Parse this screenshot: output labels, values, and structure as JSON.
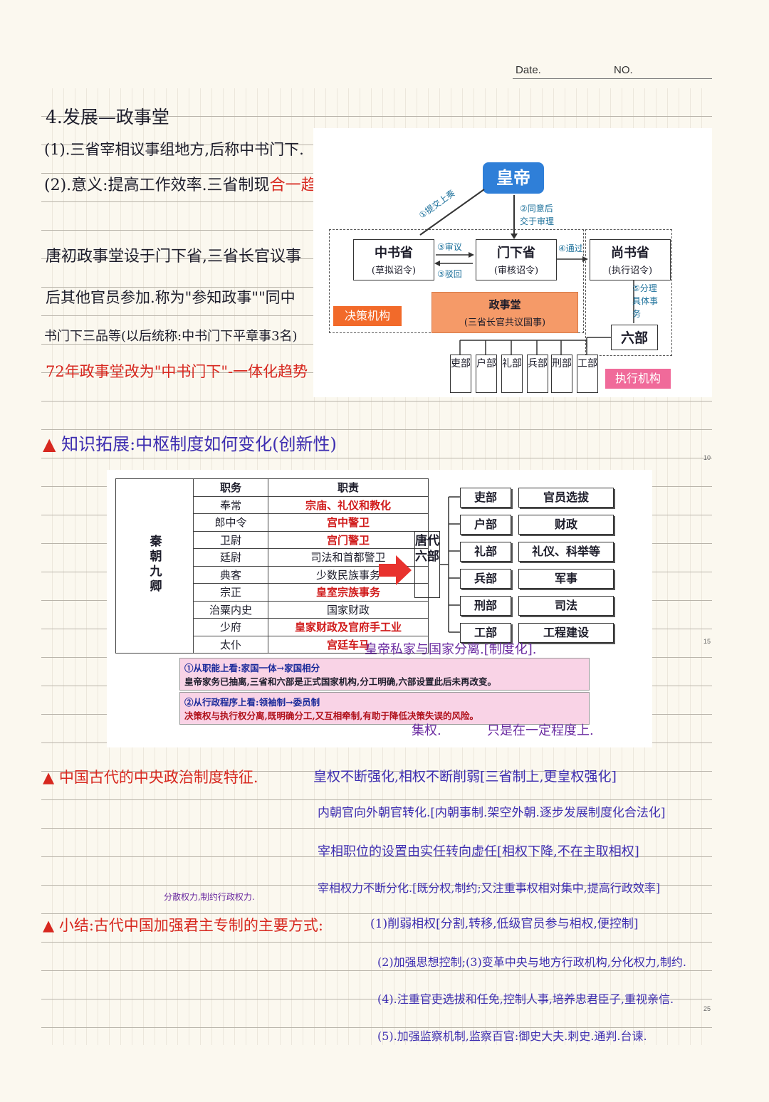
{
  "header": {
    "date_label": "Date.",
    "no_label": "NO."
  },
  "page_numbers": [
    "10",
    "15",
    "25"
  ],
  "notes_top": {
    "heading": "4.发展—政事堂",
    "line1": "(1).三省宰相议事组地方,后称中书门下.",
    "line2a": "(2).意义:提高工作效率.三省制现",
    "line2b": "合一趋势",
    "para1": "唐初政事堂设于门下省,三省长官议事",
    "para2": "后其他官员参加.称为\"参知政事\"\"同中",
    "para3": "书门下三品等(以后统称:中书门下平章事3名)",
    "para4": "72年政事堂改为\"中书门下\"-一体化趋势"
  },
  "flowchart": {
    "emperor": "皇帝",
    "label1": "①提交上奏",
    "label2a": "②同意后",
    "label2b": "交于审理",
    "label3": "③审议",
    "label3b": "③驳回",
    "label4": "④通过",
    "label5a": "⑤分理",
    "label5b": "具体事",
    "label5c": "务",
    "zhongshu_title": "中书省",
    "zhongshu_sub": "(草拟诏令)",
    "menxia_title": "门下省",
    "menxia_sub": "(审核诏令)",
    "shangshu_title": "尚书省",
    "shangshu_sub": "(执行诏令)",
    "zst_title": "政事堂",
    "zst_sub": "(三省长官共议国事)",
    "decision_tag": "决策机构",
    "exec_tag": "执行机构",
    "six_title": "六部",
    "depts": [
      "吏部",
      "户部",
      "礼部",
      "兵部",
      "刑部",
      "工部"
    ],
    "colors": {
      "emperor": "#2f7fd8",
      "zst": "#f59a68",
      "decision_tag": "#f26a2a",
      "exec_tag": "#f06a9a"
    }
  },
  "section2_heading": "知识拓展:中枢制度如何变化(创新性)",
  "table": {
    "side_label": "秦朝九卿",
    "header": [
      "职务",
      "职责"
    ],
    "rows": [
      {
        "post": "奉常",
        "duty": "宗庙、礼仪和教化",
        "red": true
      },
      {
        "post": "郎中令",
        "duty": "宫中警卫",
        "red": true
      },
      {
        "post": "卫尉",
        "duty": "宫门警卫",
        "red": true
      },
      {
        "post": "廷尉",
        "duty": "司法和首都警卫",
        "red": false
      },
      {
        "post": "典客",
        "duty": "少数民族事务",
        "red": false
      },
      {
        "post": "宗正",
        "duty": "皇室宗族事务",
        "red": true
      },
      {
        "post": "治粟内史",
        "duty": "国家财政",
        "red": false
      },
      {
        "post": "少府",
        "duty": "皇家财政及官府手工业",
        "red": true
      },
      {
        "post": "太仆",
        "duty": "宫廷车马",
        "red": true
      }
    ],
    "tang_label": "唐代六部",
    "six": [
      {
        "dept": "吏部",
        "duty": "官员选拔"
      },
      {
        "dept": "户部",
        "duty": "财政"
      },
      {
        "dept": "礼部",
        "duty": "礼仪、科举等"
      },
      {
        "dept": "兵部",
        "duty": "军事"
      },
      {
        "dept": "刑部",
        "duty": "司法"
      },
      {
        "dept": "工部",
        "duty": "工程建设"
      }
    ],
    "note1_title": "①从职能上看:家国一体→家国相分",
    "note1_body": "皇帝家务已抽离,三省和六部是正式国家机构,分工明确,六部设置此后未再改变。",
    "note2_title": "②从行政程序上看:领袖制→委员制",
    "note2_body": "决策权与执行权分离,既明确分工,又互相牵制,有助于降低决策失误的风险。",
    "hw_note1": "皇帝私家与国家分离.[制度化].",
    "hw_note2": "集权.",
    "hw_note3": "只是在一定程度上."
  },
  "section3": {
    "heading": "中国古代的中央政治制度特征.",
    "line1": "皇权不断强化,相权不断削弱[三省制上,更皇权强化]",
    "line2": "内朝官向外朝官转化.[内朝事制.架空外朝.逐步发展制度化合法化]",
    "line3": "宰相职位的设置由实任转向虚任[相权下降,不在主取相权]",
    "line4": "宰相权力不断分化.[既分权,制约;又注重事权相对集中,提高行政效率]"
  },
  "section4": {
    "annotation": "分散权力,制约行政权力.",
    "heading": "小结:古代中国加强君主专制的主要方式:",
    "line1": "(1)削弱相权[分割,转移,低级官员参与相权,便控制]",
    "line2": "(2)加强思想控制;(3)变革中央与地方行政机构,分化权力,制约.",
    "line3": "(4).注重官吏选拔和任免,控制人事,培养忠君臣子,重视亲信.",
    "line4": "(5).加强监察机制,监察百官:御史大夫.刺史.通判.台谏."
  }
}
